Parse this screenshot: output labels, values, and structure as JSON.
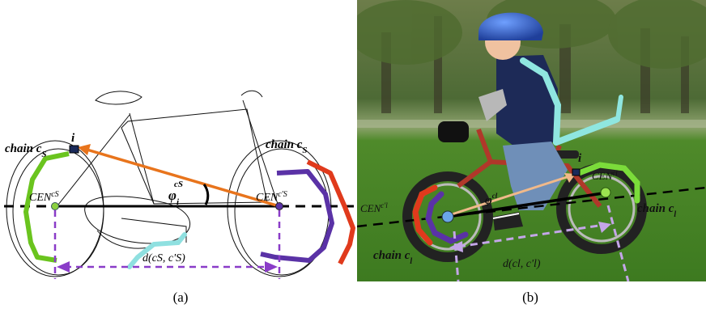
{
  "panel_a": {
    "chain_cs_label": "chain c",
    "chain_cs_sub": "S",
    "chain_cs_prime_label": "chain c",
    "chain_cs_prime_sub": "S",
    "point_i": "i",
    "cen_cs_label": "CEN",
    "cen_cs_sup": "cS",
    "cen_cs_prime_label": "CEN",
    "cen_cs_prime_sup": "c'S",
    "angle_label": "φ",
    "angle_sub": "i",
    "angle_sup": "cS",
    "distance_label": "d(cS, c'S)",
    "caption": "(a)",
    "colors": {
      "green": "#6ac41e",
      "orange": "#e8741c",
      "red": "#e03a1c",
      "purple": "#5a32a6",
      "cyan": "#8fe0e0",
      "dashed": "#8a3cc8"
    }
  },
  "panel_b": {
    "point_i": "i",
    "cen_cl_label": "CEN",
    "cen_cl_sup": "cl",
    "cen_cl_prime_label": "CEN",
    "cen_cl_prime_sup": "c'l",
    "angle_label": "φ",
    "angle_sup": "cl",
    "chain_cl_right_label": "chain c",
    "chain_cl_right_sub": "l",
    "chain_cl_left_label": "chain c",
    "chain_cl_left_sub": "l",
    "distance_label": "d(cl, c'l)",
    "caption": "(b)",
    "colors": {
      "grass": "#4f8a2a",
      "sky": "#6f8f5a",
      "jersey": "#1d2a57",
      "helmet": "#2a5fcf",
      "green": "#7bdc3a",
      "purple": "#5a32a6",
      "red": "#e03a1c",
      "peach": "#f0b98a",
      "cyan": "#8fe6e0",
      "lavender": "#c4a6e8"
    }
  }
}
